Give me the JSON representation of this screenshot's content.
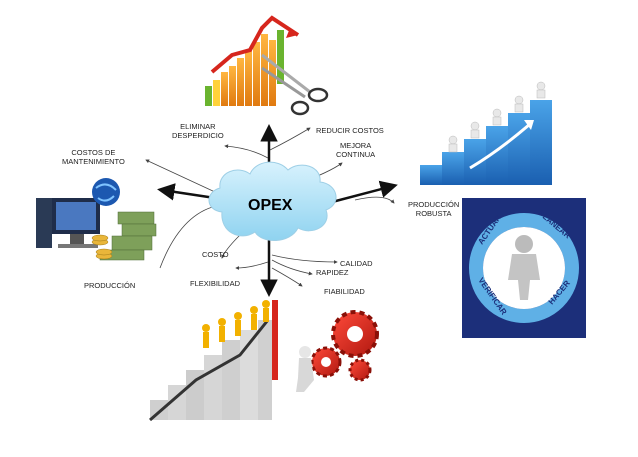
{
  "center": {
    "label": "OPEX"
  },
  "branches": {
    "eliminar_desperdicio": "ELIMINAR\nDESPERDICIO",
    "reducir_costos": "REDUCIR  COSTOS",
    "mejora_continua": "MEJORA\nCONTINUA",
    "costos_mantenimiento": "COSTOS DE\nMANTENIMIENTO",
    "produccion_robusta": "PRODUCCIÓN\nROBUSTA",
    "costo": "COSTO",
    "calidad": "CALIDAD",
    "rapidez": "RAPIDEZ",
    "flexibilidad": "FLEXIBILIDAD",
    "fiabilidad": "FIABILIDAD",
    "produccion": "PRODUCCIÓN"
  },
  "cycle": {
    "actuar": "ACTUAR",
    "planear": "PLANEAR",
    "hacer": "HACER",
    "verificar": "VERIFICAR"
  },
  "colors": {
    "cloud": "#a8dff5",
    "cycle_bg": "#1c2f7a",
    "cycle_arrow": "#5fb0e6",
    "bar_orange": "#f39a1f",
    "bar_green": "#6ab42f",
    "gear_red": "#d6261d",
    "arrow_black": "#111111"
  }
}
